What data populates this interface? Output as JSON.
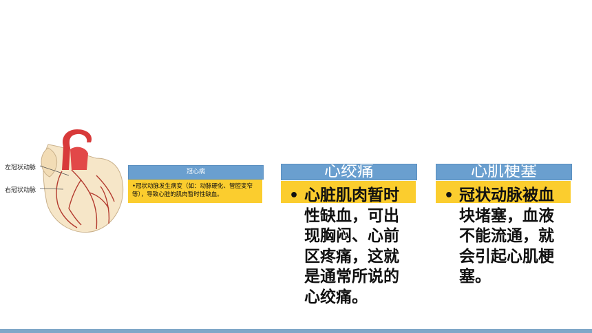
{
  "diagram": {
    "left_coronary_label": "左冠状动脉",
    "right_coronary_label": "右冠状动脉"
  },
  "card_main": {
    "title": "冠心病",
    "body": "•冠状动脉发生病变（如：动脉硬化、管腔变窄等），导致心脏的肌肉暂时性缺血。"
  },
  "card_angina": {
    "title": "心绞痛",
    "bullet": "•",
    "text": "心脏肌肉暂时性缺血，可出现胸闷、心前区疼痛，这就是通常所说的心绞痛。"
  },
  "card_infarction": {
    "title": "心肌梗塞",
    "bullet": "•",
    "text": "冠状动脉被血块堵塞，血液不能流通，就会引起心肌梗塞。"
  },
  "colors": {
    "header_blue": "#6a9fcf",
    "body_yellow": "#fbcd2e",
    "bottom_bar": "#7fa7c8"
  }
}
